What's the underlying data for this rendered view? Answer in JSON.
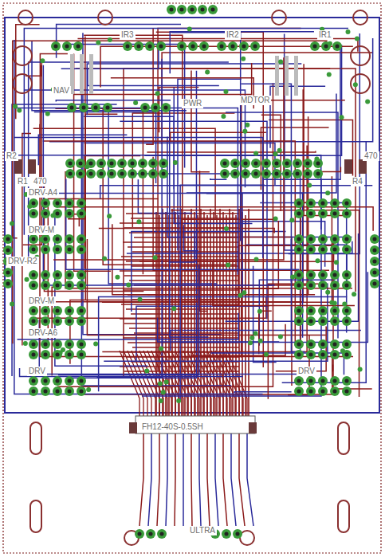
{
  "diagram": {
    "labels": [
      "IR3",
      "PWR",
      "IR2",
      "IR1",
      "NAV",
      "MDTOR",
      "R2",
      "R1",
      "470",
      "R4",
      "470",
      "DRV-A4",
      "DRV-M",
      "DRV-R2",
      "DRV-M",
      "DRV-A6",
      "DRV",
      "DRV",
      "FH12-40S-0.5SH",
      "ULTRA"
    ]
  }
}
